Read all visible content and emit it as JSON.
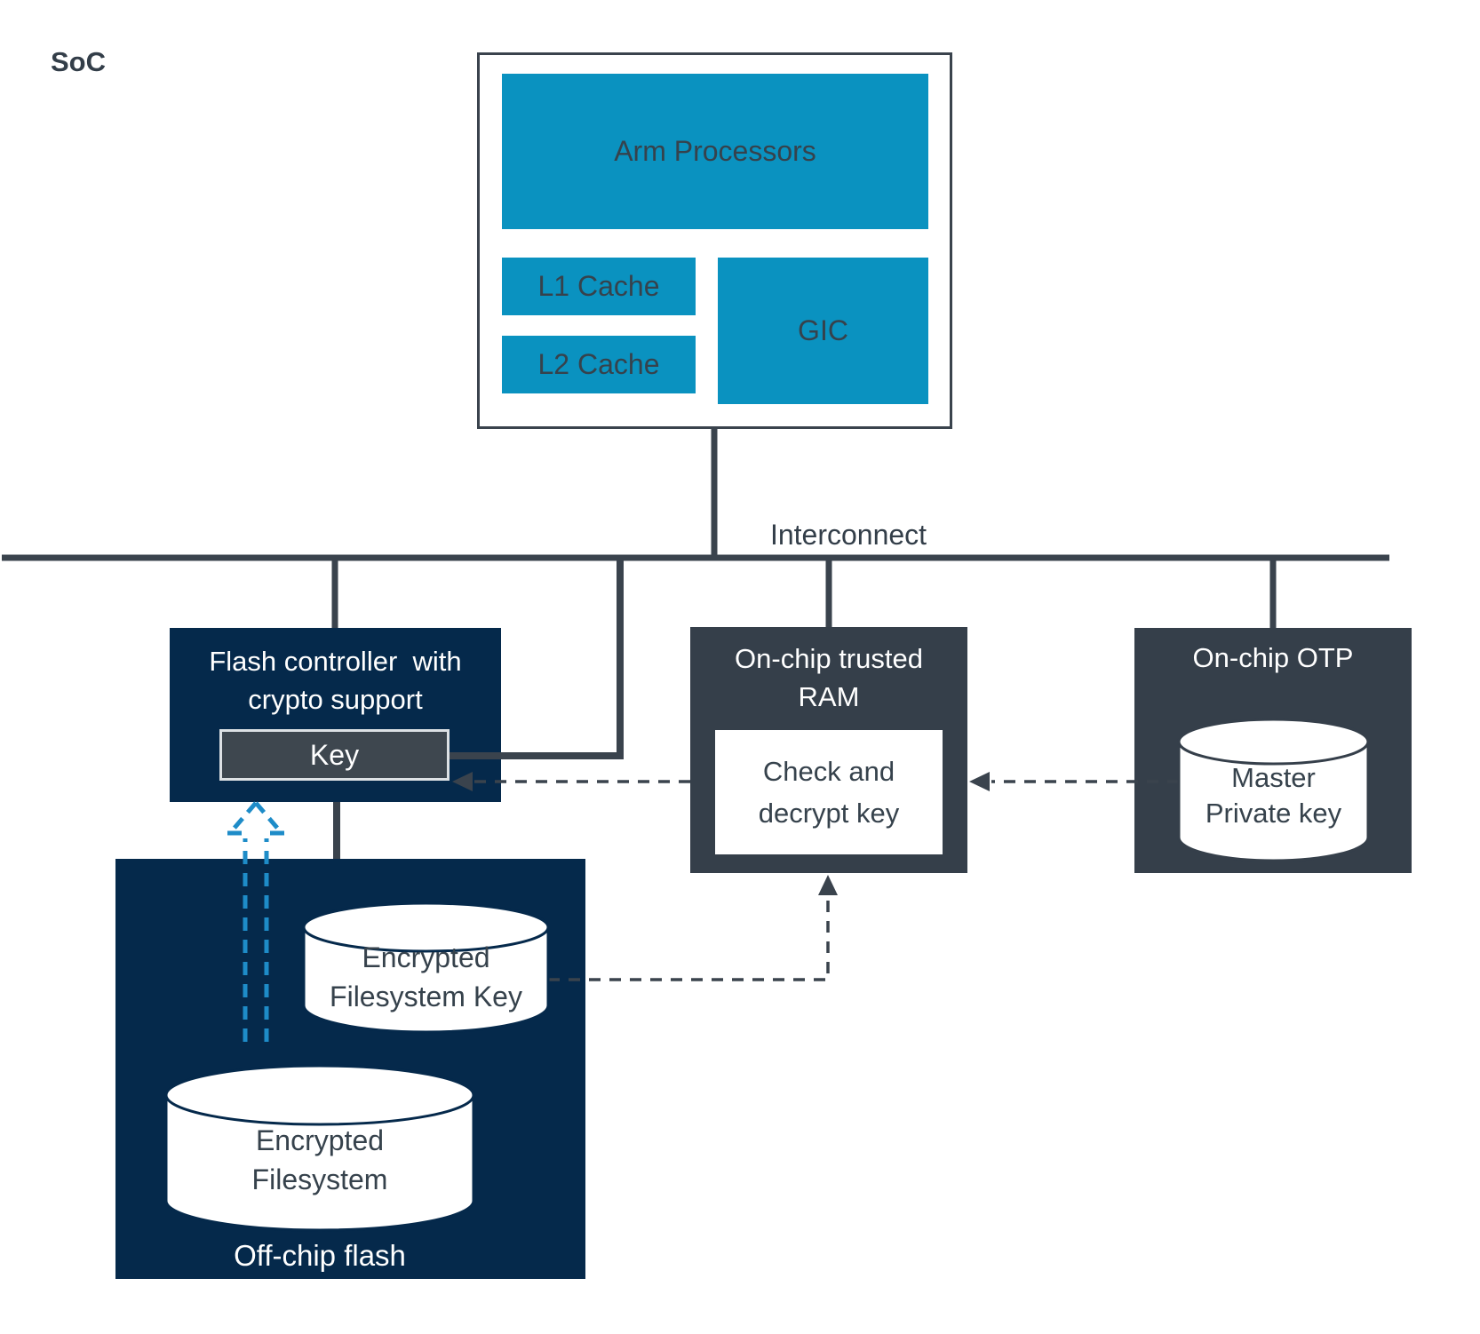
{
  "colors": {
    "blue": "#0a92c0",
    "navy": "#05294b",
    "slate": "#353f4a",
    "line": "#3a434d",
    "arrow_blue": "#1e8cc8",
    "text_dark": "#36424c",
    "key_fill": "#3e474f",
    "key_border": "#dde1e4",
    "white": "#ffffff"
  },
  "soc": {
    "label": "SoC",
    "arm": "Arm Processors",
    "l1": "L1 Cache",
    "l2": "L2 Cache",
    "gic": "GIC"
  },
  "interconnect": {
    "label": "Interconnect"
  },
  "flash_controller": {
    "title_line1": "Flash controller  with",
    "title_line2": "crypto support",
    "key_label": "Key"
  },
  "ram": {
    "title_line1": "On-chip trusted",
    "title_line2": "RAM",
    "inner_line1": "Check and",
    "inner_line2": "decrypt key"
  },
  "otp": {
    "title": "On-chip OTP",
    "cylinder_line1": "Master",
    "cylinder_line2": "Private key"
  },
  "offchip_flash": {
    "label": "Off-chip flash",
    "key_cylinder_line1": "Encrypted",
    "key_cylinder_line2": "Filesystem Key",
    "fs_cylinder_line1": "Encrypted",
    "fs_cylinder_line2": "Filesystem"
  }
}
